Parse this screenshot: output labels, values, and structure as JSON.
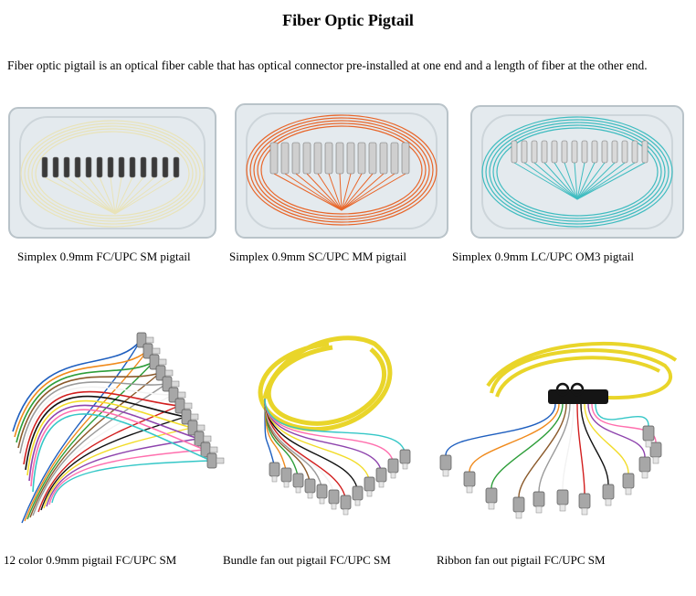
{
  "document": {
    "title": "Fiber Optic Pigtail",
    "intro": "Fiber optic pigtail is an optical fiber cable that has optical connector pre-installed at one end and a length of fiber at the other end."
  },
  "products": [
    {
      "caption": "Simplex 0.9mm FC/UPC SM pigtail",
      "fiber_color": "#e9e3b8",
      "connector_color": "#3a3a3a"
    },
    {
      "caption": "Simplex 0.9mm SC/UPC MM pigtail",
      "fiber_color": "#e8662a",
      "connector_color": "#cfcfcf"
    },
    {
      "caption": "Simplex 0.9mm LC/UPC OM3 pigtail",
      "fiber_color": "#3fbcc0",
      "connector_color": "#d9d9d9"
    },
    {
      "caption": "12 color 0.9mm pigtail FC/UPC SM",
      "fiber_color": "#888888",
      "connector_color": "#9a9a9a"
    },
    {
      "caption": "Bundle fan out pigtail FC/UPC SM",
      "fiber_color": "#e9d52a",
      "connector_color": "#9a9a9a"
    },
    {
      "caption": "Ribbon fan out pigtail FC/UPC SM",
      "fiber_color": "#e9d52a",
      "connector_color": "#9a9a9a"
    }
  ],
  "colors": {
    "tray": "#e4eaee",
    "tray_edge": "#b9c3c9",
    "twelve_colors": [
      "#1f5fbf",
      "#f08a1c",
      "#2e9e3a",
      "#8b5a2b",
      "#9a9a9a",
      "#f2f2f2",
      "#d21f1f",
      "#111111",
      "#f2dc2a",
      "#8e44ad",
      "#ff6fae",
      "#35c7c7"
    ]
  }
}
